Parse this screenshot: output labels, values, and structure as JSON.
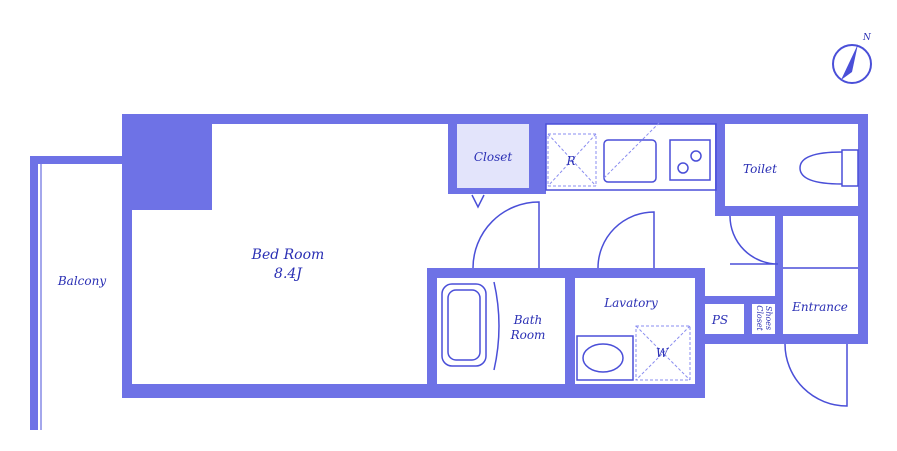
{
  "colors": {
    "wall": "#6e72e6",
    "floor": "#ffffff",
    "fixture_fill": "#e3e4fb",
    "line": "#4a4fd8",
    "text": "#2a2fb4",
    "dashed": "#8a8df0"
  },
  "compass": {
    "north_label": "N",
    "icon": "north-arrow-icon"
  },
  "rooms": {
    "bedroom": {
      "name": "Bed Room",
      "size": "8.4J"
    },
    "balcony": {
      "name": "Balcony"
    },
    "closet": {
      "name": "Closet"
    },
    "toilet": {
      "name": "Toilet"
    },
    "bathroom": {
      "name_line1": "Bath",
      "name_line2": "Room"
    },
    "lavatory": {
      "name": "Lavatory"
    },
    "ps": {
      "name": "PS"
    },
    "shoes_closet": {
      "name_line1": "Shoes",
      "name_line2": "Closet"
    },
    "entrance": {
      "name": "Entrance"
    }
  },
  "fixtures": {
    "refrigerator_mark": "R",
    "washer_mark": "W"
  }
}
